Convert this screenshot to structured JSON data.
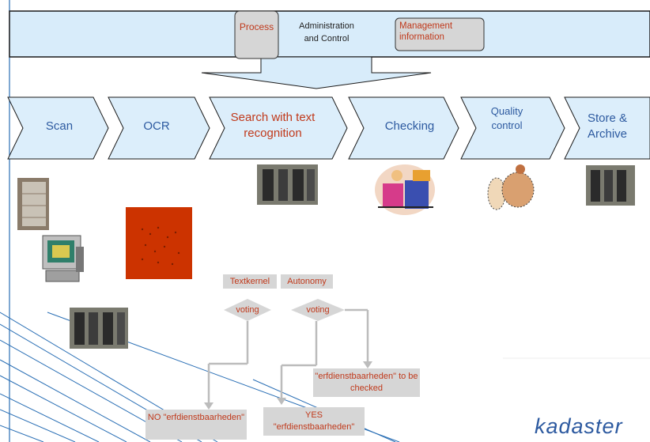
{
  "top_band": {
    "process_label": "Process",
    "admin_label": "Administration and Control",
    "management_label": "Management information"
  },
  "pipeline_steps": [
    {
      "label": "Scan"
    },
    {
      "label": "OCR"
    },
    {
      "label": "Search with text recognition"
    },
    {
      "label": "Checking"
    },
    {
      "label": "Quality control"
    },
    {
      "label": "Store & Archive"
    }
  ],
  "engines": {
    "textkernel": "Textkernel",
    "autonomy": "Autonomy",
    "voting_1": "voting",
    "voting_2": "voting"
  },
  "outcomes": {
    "to_check": "\"erfdienstbaarheden\" to be checked",
    "yes": "YES \"erfdienstbaarheden\"",
    "no": "NO \"erfdienstbaarheden\""
  },
  "brand": "kadaster",
  "colors": {
    "band": "#d8ecfa",
    "chevron": "#dceefb",
    "chevron_text": "#2d5aa0",
    "outline": "#1a1a1a",
    "accent": "#c0391b",
    "rust": "#cc3300",
    "box_grey": "#d6d6d6",
    "label_red": "#c0391b"
  }
}
